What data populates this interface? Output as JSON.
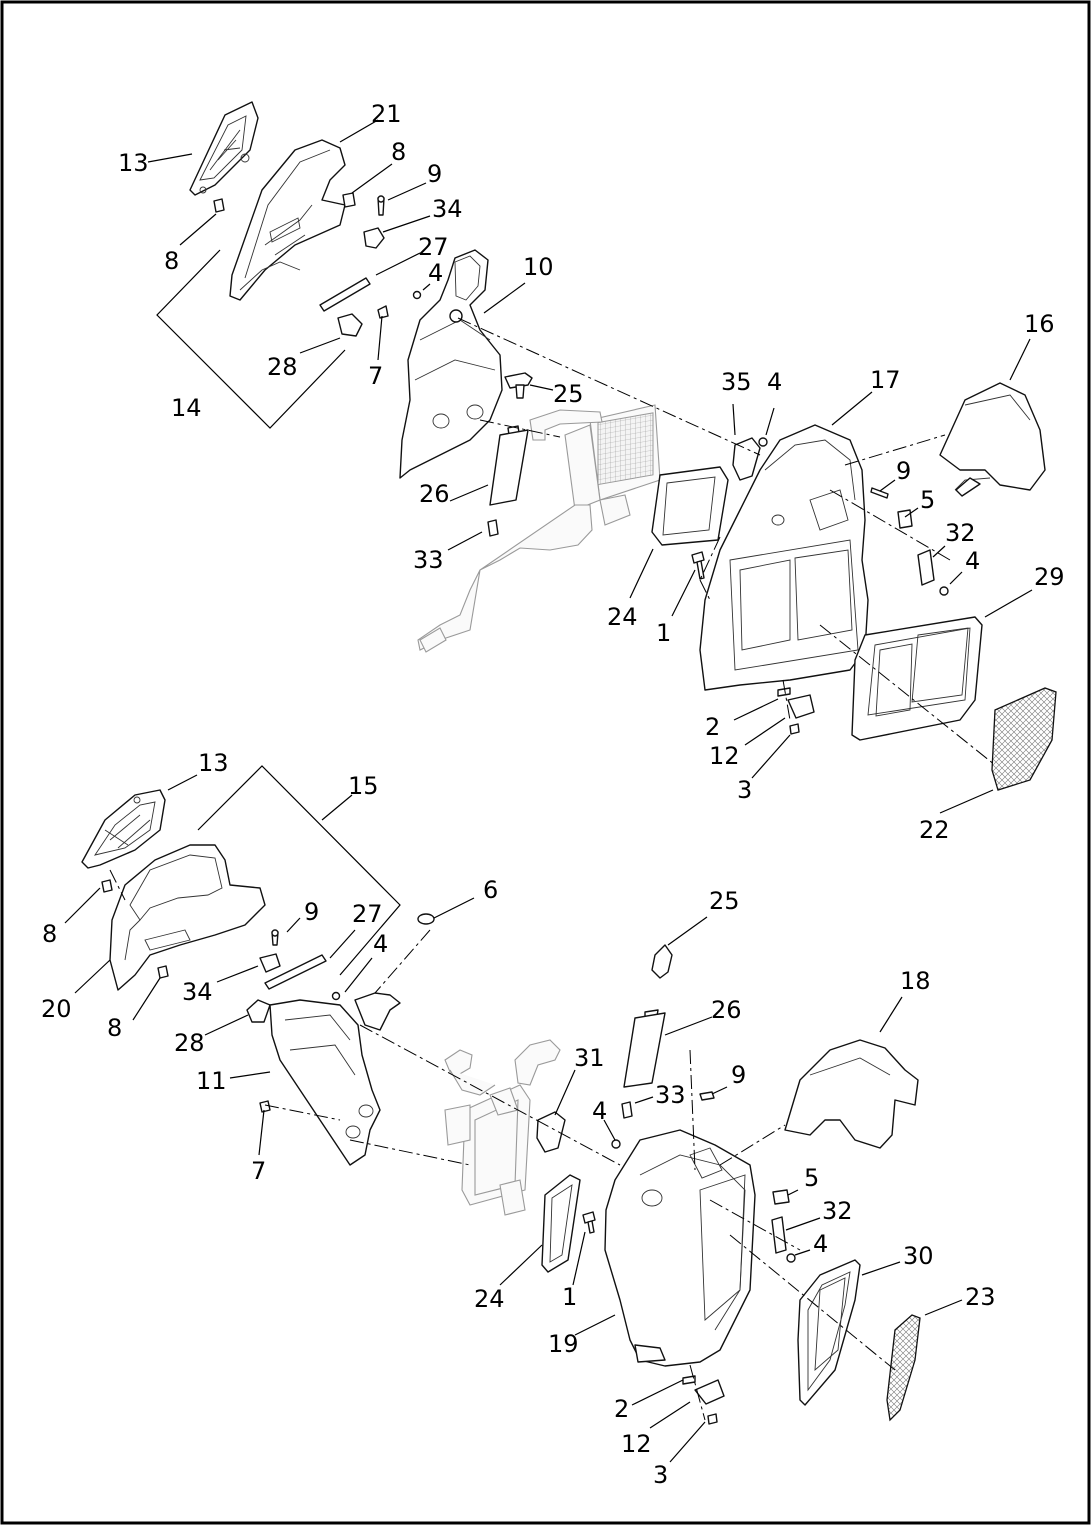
{
  "callouts": {
    "c13a": "13",
    "c21": "21",
    "c8a": "8",
    "c9a": "9",
    "c34a": "34",
    "c8b": "8",
    "c27a": "27",
    "c4a": "4",
    "c10": "10",
    "c28a": "28",
    "c7a": "7",
    "c14": "14",
    "c25a": "25",
    "c35": "35",
    "c4b": "4",
    "c17": "17",
    "c16": "16",
    "c9b": "9",
    "c5a": "5",
    "c26a": "26",
    "c32a": "32",
    "c4c": "4",
    "c33a": "33",
    "c29": "29",
    "c24a": "24",
    "c1a": "1",
    "c2a": "2",
    "c12a": "12",
    "c3a": "3",
    "c22": "22",
    "c13b": "13",
    "c15": "15",
    "c8c": "8",
    "c9c": "9",
    "c27b": "27",
    "c6": "6",
    "c4d": "4",
    "c20": "20",
    "c34b": "34",
    "c8d": "8",
    "c28b": "28",
    "c11": "11",
    "c7b": "7",
    "c25b": "25",
    "c26b": "26",
    "c18": "18",
    "c31": "31",
    "c9d": "9",
    "c33b": "33",
    "c4e": "4",
    "c5b": "5",
    "c32b": "32",
    "c4f": "4",
    "c30": "30",
    "c24b": "24",
    "c1b": "1",
    "c23": "23",
    "c19": "19",
    "c2b": "2",
    "c12b": "12",
    "c3b": "3"
  }
}
